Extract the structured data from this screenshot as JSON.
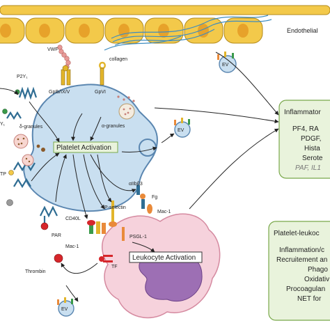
{
  "labels": {
    "endothelial": "Endothelial",
    "vwf": "VWF",
    "collagen": "collagen",
    "gpib": "GpIb/IX/V",
    "gpvi": "GpVI",
    "p2y1": "P2Y₁",
    "p2y1_left": "Y₁",
    "delta_granules": "δ-granules",
    "alpha_granules": "α-granules",
    "platelet_activation": "Platelet Activation",
    "leukocyte_activation": "Leukocyte Activation",
    "atp": "TP",
    "par": "PAR",
    "thrombin": "Thrombin",
    "cd40l": "CD40L",
    "mac1_a": "Mac-1",
    "mac1_b": "Mac-1",
    "p_selectin": "P-selectin",
    "psgl1": "PSGL-1",
    "aiib": "αIIbβ3",
    "fg": "Fg",
    "tf": "TF",
    "ev1": "EV",
    "ev2": "EV",
    "ev3": "EV"
  },
  "inflammatory_box": {
    "title": "Inflammator",
    "items": [
      "PF4, RA",
      "PDGF,",
      "Hista",
      "Serote"
    ],
    "italic_item": "PAF, IL1"
  },
  "platelet_leuko_box": {
    "title": "Platelet-leukoc",
    "items": [
      "Inflammation/c",
      "Recruitement an",
      "Phago",
      "Oxidativ",
      "Procoagulan",
      "NET for"
    ]
  },
  "colors": {
    "endothelial_fill": "#f3c94a",
    "platelet_fill": "#c9dff0",
    "platelet_stroke": "#5a86b0",
    "leukocyte_fill": "#f6d2dc",
    "nucleus_fill": "#9d6fb4",
    "box_fill": "#e9f3dc",
    "box_stroke": "#79a84a",
    "receptor_blue": "#2f6d93",
    "receptor_yellow": "#e2b52b",
    "red": "#d6262b",
    "green": "#3a9a4a",
    "orange": "#e98a3a",
    "pink_chain": "#e79a97"
  },
  "icons": [
    "ev-icon",
    "arrow-icon",
    "receptor-icon"
  ]
}
